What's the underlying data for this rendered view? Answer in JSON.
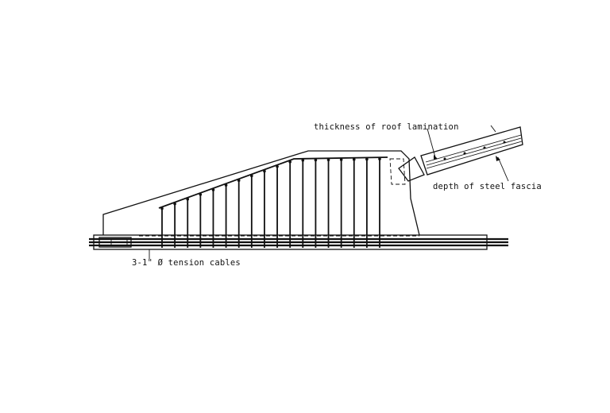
{
  "labels": {
    "roof_lamination": "thickness of roof lamination",
    "steel_fascia": "depth of steel fascia",
    "tension_cables": "3-1\" Ø tension cables"
  },
  "stirrup_count": 18
}
